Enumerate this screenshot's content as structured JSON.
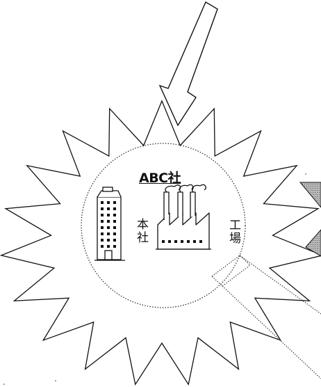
{
  "diagram": {
    "company_name": "ABC社",
    "headquarters_label": "本社",
    "factory_label": "工場"
  },
  "icons": {
    "burst": "starburst-shape",
    "arrow": "incoming-arrow-icon",
    "office": "office-building-icon",
    "factory": "factory-icon",
    "magnifier": "zoom-callout",
    "side": "side-panel-shape"
  },
  "colors": {
    "line": "#111111",
    "hatch": "#8c8c8c",
    "background": "#ffffff"
  }
}
